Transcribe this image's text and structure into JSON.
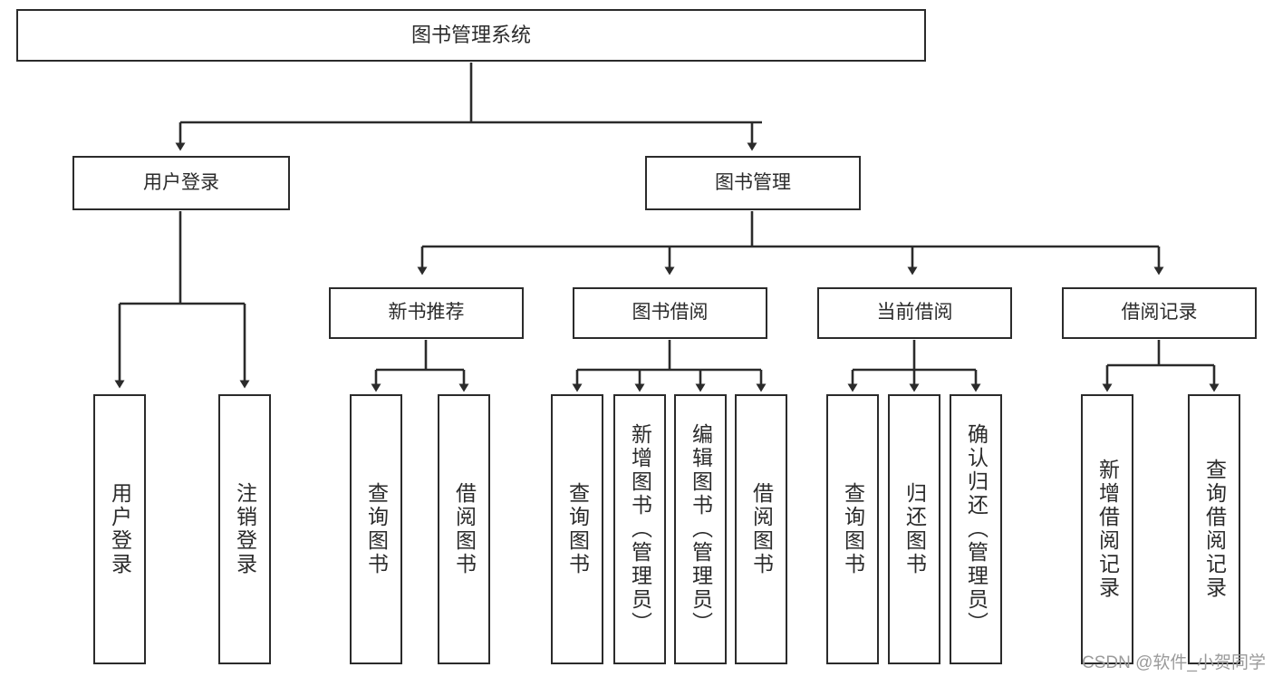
{
  "diagram": {
    "type": "tree-hierarchy-chart",
    "title": "图书管理系统",
    "watermark": "CSDN @软件_小贺同学",
    "colors": {
      "background": "#ffffff",
      "border": "#2b2b2b",
      "text": "#2b2b2b",
      "edge": "#2b2b2b",
      "watermark": "#9b9b9b"
    },
    "nodes": {
      "root": {
        "label": "图书管理系统"
      },
      "level2": [
        {
          "id": "user-login",
          "label": "用户登录"
        },
        {
          "id": "book-management",
          "label": "图书管理"
        }
      ],
      "level3": [
        {
          "id": "new-book-recommend",
          "label": "新书推荐"
        },
        {
          "id": "book-borrow",
          "label": "图书借阅"
        },
        {
          "id": "current-borrow",
          "label": "当前借阅"
        },
        {
          "id": "borrow-record",
          "label": "借阅记录"
        }
      ],
      "leaves": [
        {
          "id": "leaf-user-login",
          "label": "用户登录",
          "parent": "user-login"
        },
        {
          "id": "leaf-logout",
          "label": "注销登录",
          "parent": "user-login"
        },
        {
          "id": "leaf-query-book-1",
          "label": "查询图书",
          "parent": "new-book-recommend"
        },
        {
          "id": "leaf-borrow-book-1",
          "label": "借阅图书",
          "parent": "new-book-recommend"
        },
        {
          "id": "leaf-query-book-2",
          "label": "查询图书",
          "parent": "book-borrow"
        },
        {
          "id": "leaf-add-book",
          "label": "新增图书（管理员）",
          "parent": "book-borrow"
        },
        {
          "id": "leaf-edit-book",
          "label": "编辑图书（管理员）",
          "parent": "book-borrow"
        },
        {
          "id": "leaf-borrow-book-2",
          "label": "借阅图书",
          "parent": "book-borrow"
        },
        {
          "id": "leaf-query-book-3",
          "label": "查询图书",
          "parent": "current-borrow"
        },
        {
          "id": "leaf-return-book",
          "label": "归还图书",
          "parent": "current-borrow"
        },
        {
          "id": "leaf-confirm-return",
          "label": "确认归还（管理员）",
          "parent": "current-borrow"
        },
        {
          "id": "leaf-add-record",
          "label": "新增借阅记录",
          "parent": "borrow-record"
        },
        {
          "id": "leaf-query-record",
          "label": "查询借阅记录",
          "parent": "borrow-record"
        }
      ]
    }
  }
}
